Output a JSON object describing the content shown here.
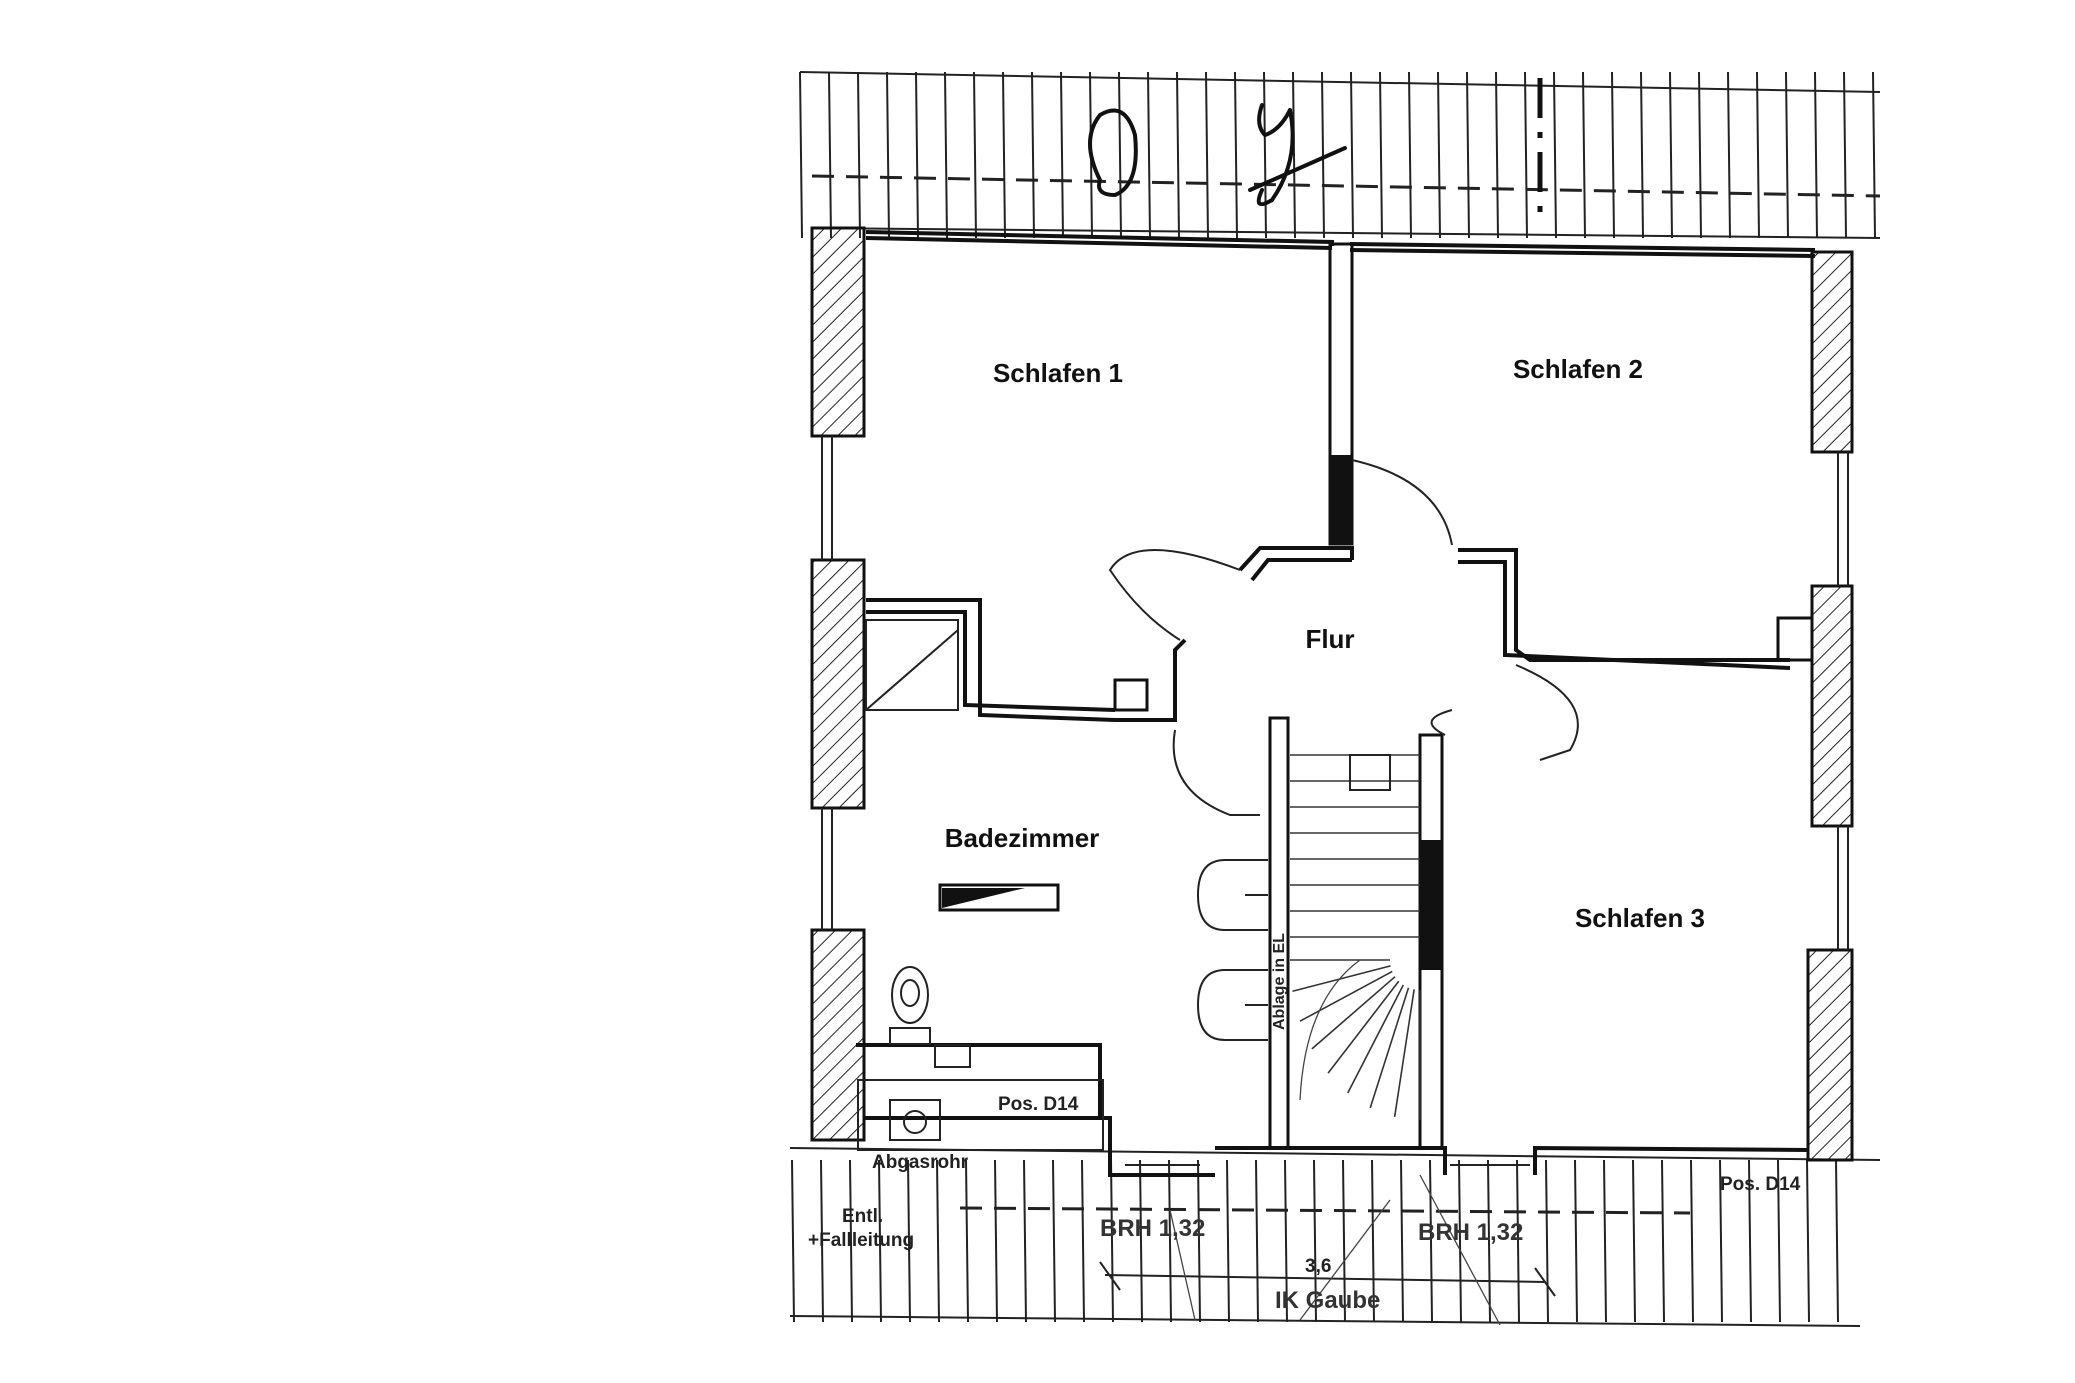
{
  "rooms": {
    "schlafen1": "Schlafen 1",
    "schlafen2": "Schlafen 2",
    "flur": "Flur",
    "badezimmer": "Badezimmer",
    "schlafen3": "Schlafen 3"
  },
  "annotations": {
    "pos_d14_left": "Pos. D14",
    "pos_d14_right": "Pos. D14",
    "abgasrohr": "Abgasrohr",
    "entl": "Entl.",
    "fallleitung": "+Fallleitung",
    "brh_left": "BRH 1,32",
    "brh_right": "BRH 1,32",
    "dimension": "3,6",
    "ik_gaube": "IK Gaube",
    "ablage": "Ablage in EL"
  }
}
